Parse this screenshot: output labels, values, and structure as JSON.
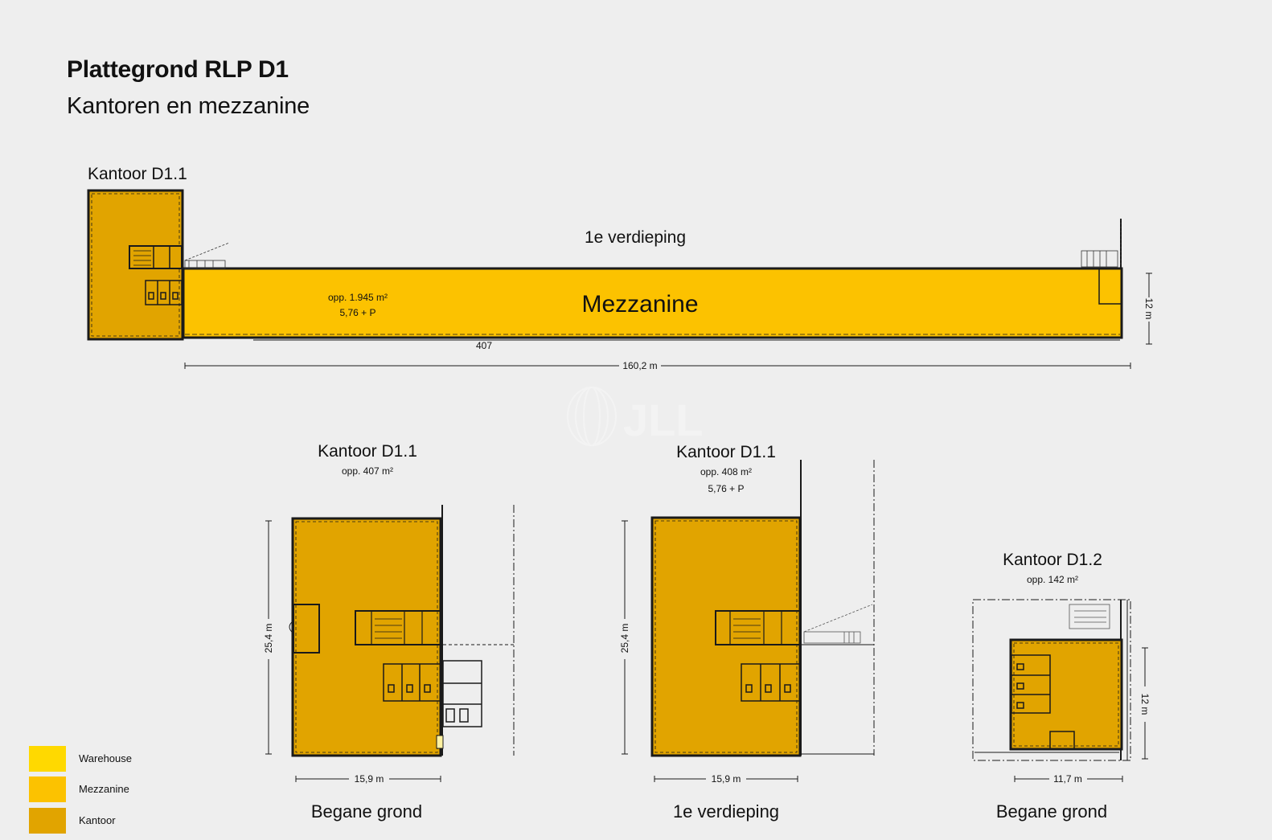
{
  "header": {
    "title": "Plattegrond RLP D1",
    "subtitle": "Kantoren en mezzanine"
  },
  "top_plan": {
    "office_label": "Kantoor D1.1",
    "floor_label": "1e verdieping",
    "mezzanine_label": "Mezzanine",
    "area": "opp. 1.945 m²",
    "load": "5,76 + P",
    "small_dim": "407",
    "length_dim": "160,2 m",
    "depth_dim": "12 m"
  },
  "plan_a": {
    "title": "Kantoor D1.1",
    "area": "opp. 407 m²",
    "height_dim": "25,4 m",
    "width_dim": "15,9 m",
    "floor": "Begane grond"
  },
  "plan_b": {
    "title": "Kantoor D1.1",
    "area": "opp. 408 m²",
    "load": "5,76 + P",
    "height_dim": "25,4 m",
    "width_dim": "15,9 m",
    "floor": "1e verdieping"
  },
  "plan_c": {
    "title": "Kantoor D1.2",
    "area": "opp. 142 m²",
    "height_dim": "12 m",
    "width_dim": "11,7 m",
    "floor": "Begane grond"
  },
  "watermark": "JLL",
  "colors": {
    "background": "#eeeeee",
    "warehouse": "#ffd900",
    "mezzanine": "#fcc200",
    "kantoor": "#e1a400",
    "wall": "#1a1a1a"
  },
  "legend": [
    {
      "label": "Warehouse",
      "color": "#ffd900"
    },
    {
      "label": "Mezzanine",
      "color": "#fcc200"
    },
    {
      "label": "Kantoor",
      "color": "#e1a400"
    }
  ]
}
